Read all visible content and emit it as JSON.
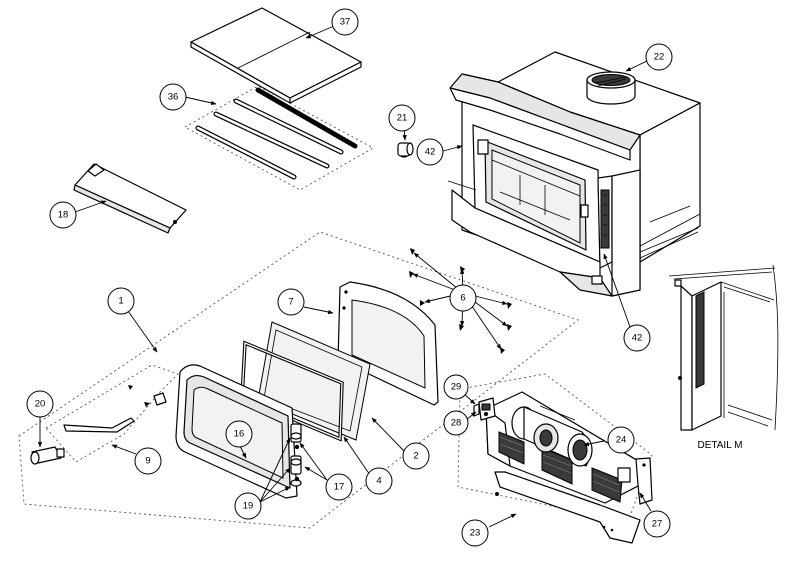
{
  "callouts": {
    "c37": "37",
    "c36": "36",
    "c22": "22",
    "c21": "21",
    "c42a": "42",
    "c18": "18",
    "c1": "1",
    "c7": "7",
    "c6": "6",
    "c42b": "42",
    "c20": "20",
    "c29": "29",
    "c28": "28",
    "c16": "16",
    "c9": "9",
    "c2": "2",
    "c24": "24",
    "c4": "4",
    "c17": "17",
    "c19": "19",
    "c27": "27",
    "c23": "23"
  },
  "detail_label": "DETAIL M"
}
